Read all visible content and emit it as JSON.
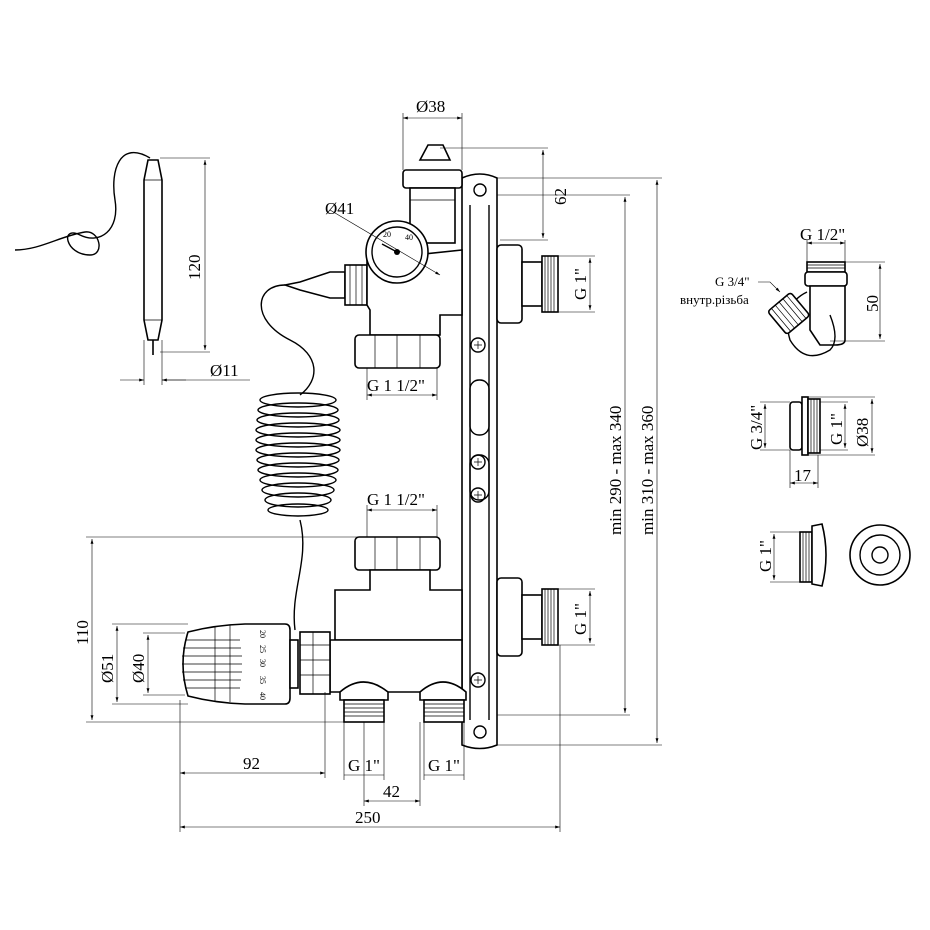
{
  "title": "Pump group / mixing manifold dimensional drawing",
  "dims": {
    "air_vent_diameter": "Ø38",
    "air_vent_height": "62",
    "gauge_diameter": "Ø41",
    "sensor_length": "120",
    "sensor_diameter": "Ø11",
    "top_outlet_thread": "G 1\"",
    "bottom_outlet_thread": "G 1\"",
    "top_union_thread": "G 1 1/2\"",
    "middle_union_thread": "G 1 1/2\"",
    "range_inner": "min 290 - max 340",
    "range_outer": "min 310 - max 360",
    "head_height_total": "110",
    "head_diameter_outer": "Ø51",
    "head_diameter_inner": "Ø40",
    "head_offset": "92",
    "bottom_port_left": "G 1\"",
    "bottom_port_right": "G 1\"",
    "port_spacing": "42",
    "total_width": "250"
  },
  "head_scale": [
    "20",
    "25",
    "30",
    "35",
    "40"
  ],
  "parts": {
    "elbow": {
      "top_thread": "G 1/2\"",
      "side_thread": "G 3/4\"",
      "side_thread_note": "внутр.різьба",
      "height": "50"
    },
    "adapter": {
      "inner_thread": "G 3/4\"",
      "outer_thread": "G 1\"",
      "diameter": "Ø38",
      "length": "17"
    },
    "plug": {
      "thread": "G 1\""
    }
  }
}
